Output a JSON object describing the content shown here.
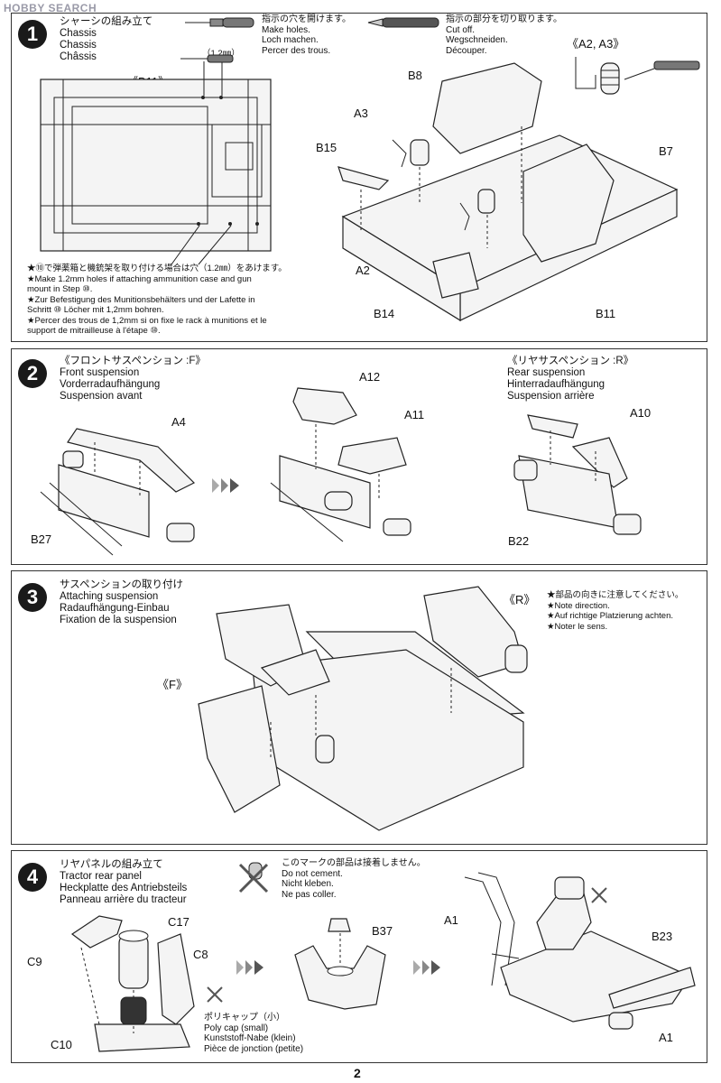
{
  "watermark": "HOBBY SEARCH",
  "page_number": "2",
  "header_tools": {
    "drill": {
      "ja": "指示の穴を開けます。",
      "en": "Make holes.",
      "de": "Loch machen.",
      "fr": "Percer des trous."
    },
    "knife": {
      "ja": "指示の部分を切り取ります。",
      "en": "Cut off.",
      "de": "Wegschneiden.",
      "fr": "Découper."
    }
  },
  "step1": {
    "num": "1",
    "ja": "シャーシの組み立て",
    "en": "Chassis",
    "de": "Chassis",
    "fr": "Châssis",
    "view_label": "《B11》",
    "hole_size": "（1.2㎜）",
    "a2a3_label": "《A2, A3》",
    "parts": {
      "b8": "B8",
      "a3": "A3",
      "b15": "B15",
      "b7": "B7",
      "a2": "A2",
      "b14": "B14",
      "b11": "B11"
    },
    "note": [
      "★⑩で弾薬箱と機銃架を取り付ける場合は穴（1.2㎜）をあけます。",
      "★Make 1.2mm holes if attaching ammunition case and gun",
      "mount in Step ⑩.",
      "★Zur Befestigung des Munitionsbehälters und der Lafette in",
      "Schritt ⑩ Löcher mit 1,2mm bohren.",
      "★Percer des trous de 1,2mm si on fixe le rack à munitions et le",
      "support de mitrailleuse à l'étape ⑩."
    ]
  },
  "step2": {
    "num": "2",
    "front": {
      "ja": "《フロントサスペンション :F》",
      "en": "Front suspension",
      "de": "Vorderradaufhängung",
      "fr": "Suspension avant"
    },
    "rear": {
      "ja": "《リヤサスペンション :R》",
      "en": "Rear suspension",
      "de": "Hinterradaufhängung",
      "fr": "Suspension arrière"
    },
    "parts": {
      "a4": "A4",
      "b27": "B27",
      "a12": "A12",
      "a11": "A11",
      "a10": "A10",
      "b22": "B22"
    }
  },
  "step3": {
    "num": "3",
    "ja": "サスペンションの取り付け",
    "en": "Attaching suspension",
    "de": "Radaufhängung-Einbau",
    "fr": "Fixation de la suspension",
    "label_f": "《F》",
    "label_r": "《R》",
    "note": [
      "★部品の向きに注意してください。",
      "★Note direction.",
      "★Auf richtige Platzierung achten.",
      "★Noter le sens."
    ]
  },
  "step4": {
    "num": "4",
    "ja": "リヤパネルの組み立て",
    "en": "Tractor rear panel",
    "de": "Heckplatte des Antriebsteils",
    "fr": "Panneau arrière du tracteur",
    "no_cement": {
      "ja": "このマークの部品は接着しません。",
      "en": "Do not cement.",
      "de": "Nicht kleben.",
      "fr": "Ne pas coller."
    },
    "polycap": {
      "ja": "ポリキャップ（小）",
      "en": "Poly cap (small)",
      "de": "Kunststoff-Nabe (klein)",
      "fr": "Pièce de jonction (petite)"
    },
    "parts": {
      "c17": "C17",
      "c9": "C9",
      "c8": "C8",
      "c10": "C10",
      "b37": "B37",
      "a1_top": "A1",
      "b23": "B23",
      "a1_bottom": "A1"
    }
  }
}
